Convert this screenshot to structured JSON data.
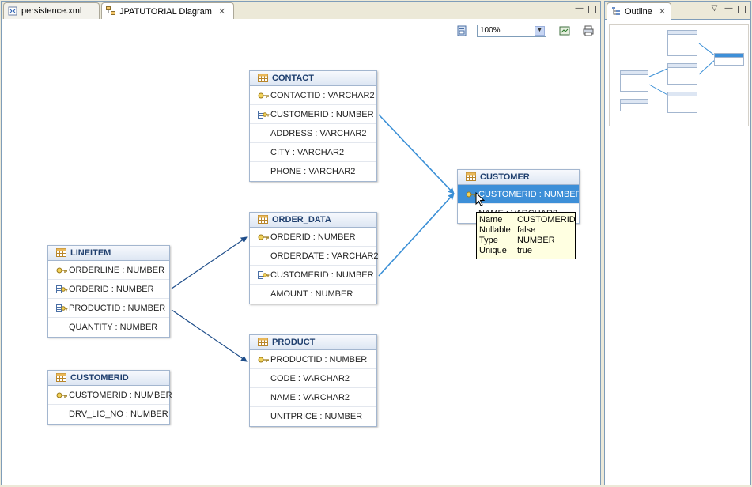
{
  "editor": {
    "tabs": [
      {
        "label": "persistence.xml",
        "active": false
      },
      {
        "label": "JPATUTORIAL Diagram",
        "active": true
      }
    ]
  },
  "toolbar": {
    "zoom_value": "100%"
  },
  "entities": {
    "contact": {
      "name": "CONTACT",
      "fields": [
        {
          "label": "CONTACTID : VARCHAR2",
          "icon": "key-icon"
        },
        {
          "label": "CUSTOMERID : NUMBER",
          "icon": "foreign-key-icon"
        },
        {
          "label": "ADDRESS : VARCHAR2",
          "icon": ""
        },
        {
          "label": "CITY : VARCHAR2",
          "icon": ""
        },
        {
          "label": "PHONE : VARCHAR2",
          "icon": ""
        }
      ]
    },
    "order_data": {
      "name": "ORDER_DATA",
      "fields": [
        {
          "label": "ORDERID : NUMBER",
          "icon": "key-icon"
        },
        {
          "label": "ORDERDATE : VARCHAR2",
          "icon": ""
        },
        {
          "label": "CUSTOMERID : NUMBER",
          "icon": "foreign-key-icon"
        },
        {
          "label": "AMOUNT : NUMBER",
          "icon": ""
        }
      ]
    },
    "lineitem": {
      "name": "LINEITEM",
      "fields": [
        {
          "label": "ORDERLINE : NUMBER",
          "icon": "key-icon"
        },
        {
          "label": "ORDERID : NUMBER",
          "icon": "foreign-key-icon"
        },
        {
          "label": "PRODUCTID : NUMBER",
          "icon": "foreign-key-icon"
        },
        {
          "label": "QUANTITY : NUMBER",
          "icon": ""
        }
      ]
    },
    "product": {
      "name": "PRODUCT",
      "fields": [
        {
          "label": "PRODUCTID : NUMBER",
          "icon": "key-icon"
        },
        {
          "label": "CODE : VARCHAR2",
          "icon": ""
        },
        {
          "label": "NAME : VARCHAR2",
          "icon": ""
        },
        {
          "label": "UNITPRICE : NUMBER",
          "icon": ""
        }
      ]
    },
    "customerid": {
      "name": "CUSTOMERID",
      "fields": [
        {
          "label": "CUSTOMERID : NUMBER",
          "icon": "key-icon"
        },
        {
          "label": "DRV_LIC_NO : NUMBER",
          "icon": ""
        }
      ]
    },
    "customer": {
      "name": "CUSTOMER",
      "fields": [
        {
          "label": "CUSTOMERID : NUMBER",
          "icon": "key-icon"
        },
        {
          "label": "NAME : VARCHAR2",
          "icon": ""
        }
      ]
    }
  },
  "tooltip": {
    "rows": [
      {
        "key": "Name",
        "value": "CUSTOMERID"
      },
      {
        "key": "Nullable",
        "value": "false"
      },
      {
        "key": "Type",
        "value": "NUMBER"
      },
      {
        "key": "Unique",
        "value": "true"
      }
    ]
  },
  "outline": {
    "title": "Outline"
  },
  "colors": {
    "selection": "#3d8fd8",
    "connector": "#3a8fd6",
    "arrow": "#1f4e8a"
  }
}
